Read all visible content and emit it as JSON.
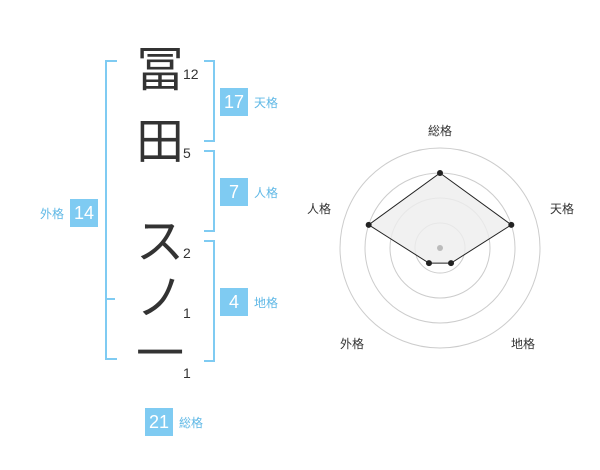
{
  "name": {
    "chars": [
      "冨",
      "田",
      "ス",
      "ノ",
      "一"
    ],
    "strokes": [
      "12",
      "5",
      "2",
      "1",
      "1"
    ]
  },
  "fortune": {
    "tenkaku": {
      "value": "17",
      "label": "天格"
    },
    "jinkaku": {
      "value": "7",
      "label": "人格"
    },
    "chikaku": {
      "value": "4",
      "label": "地格"
    },
    "gaikaku": {
      "value": "14",
      "label": "外格"
    },
    "soukaku": {
      "value": "21",
      "label": "総格"
    }
  },
  "radar": {
    "labels": [
      "総格",
      "天格",
      "地格",
      "外格",
      "人格"
    ],
    "values": [
      4,
      4,
      1,
      1,
      4
    ],
    "max": 4,
    "colors": {
      "fill": "#eeeeee",
      "stroke": "#222222",
      "grid": "#cccccc"
    }
  },
  "colors": {
    "accent": "#7fcbf2",
    "accent_text": "#5fb8e6"
  }
}
